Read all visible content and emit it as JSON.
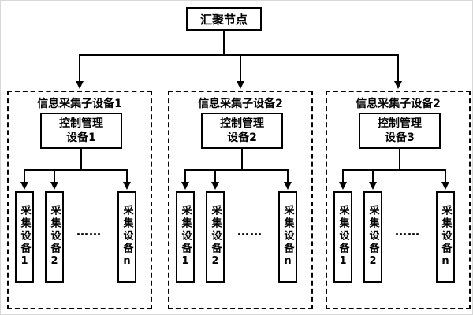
{
  "root": {
    "label": "汇聚节点"
  },
  "groups": [
    {
      "title": "信息采集子设备1",
      "controller_line1": "控制管理",
      "controller_line2": "设备1",
      "leaves": [
        "采集设备1",
        "采集设备2",
        "采集设备n"
      ],
      "dots": "……"
    },
    {
      "title": "信息采集子设备2",
      "controller_line1": "控制管理",
      "controller_line2": "设备2",
      "leaves": [
        "采集设备1",
        "采集设备2",
        "采集设备n"
      ],
      "dots": "……"
    },
    {
      "title": "信息采集子设备2",
      "controller_line1": "控制管理",
      "controller_line2": "设备3",
      "leaves": [
        "采集设备1",
        "采集设备2",
        "采集设备n"
      ],
      "dots": "……"
    }
  ],
  "colors": {
    "line": "#000000",
    "background": "#ffffff"
  }
}
